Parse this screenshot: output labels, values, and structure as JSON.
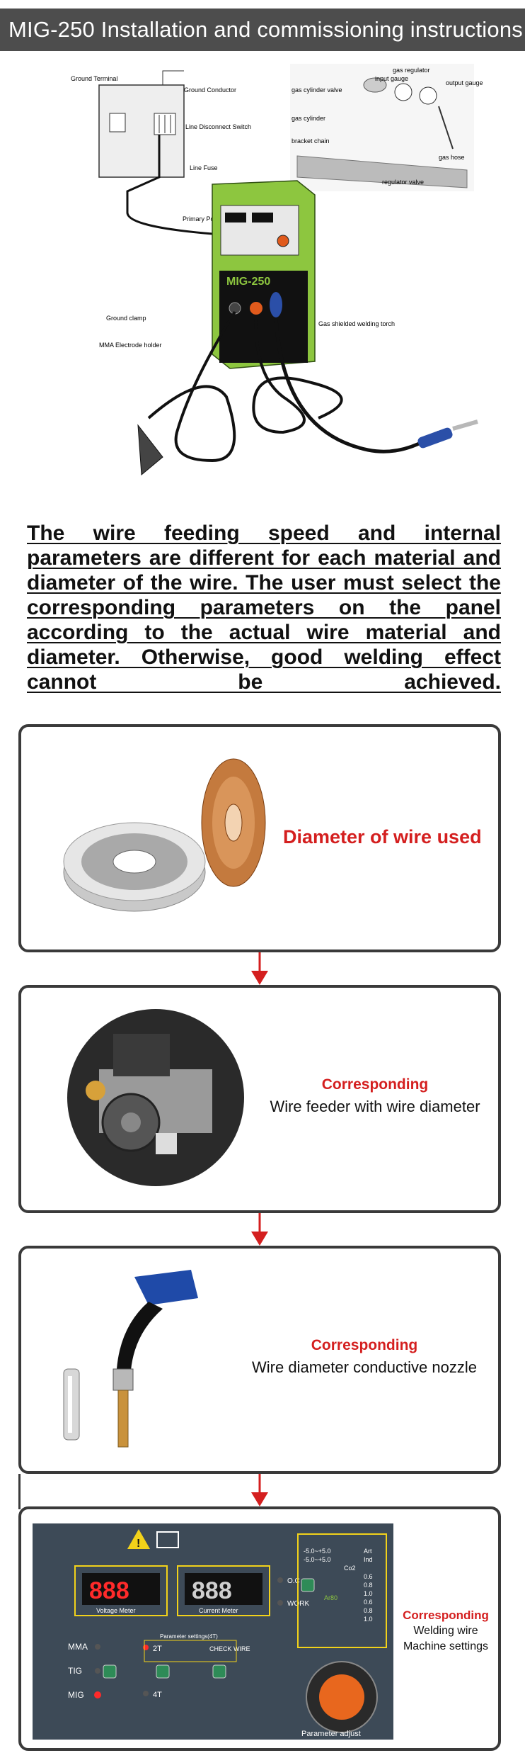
{
  "title": "MIG-250 Installation and commissioning instructions",
  "hero": {
    "labels": {
      "ground_terminal": "Ground Terminal",
      "ground_conductor": "Ground Conductor",
      "line_disconnect_switch": "Line Disconnect Switch",
      "line_fuse": "Line Fuse",
      "primary_power_cable": "Primary Power Cable",
      "gas_regulator": "gas regulator",
      "input_gauge": "input gauge",
      "output_gauge": "output gauge",
      "gas_cylinder_valve": "gas cylinder valve",
      "gas_cylinder": "gas cylinder",
      "bracket_chain": "bracket chain",
      "gas_hose": "gas hose",
      "regulator_valve": "regulator valve",
      "ground_clamp": "Ground clamp",
      "mma_electrode_holder": "MMA Electrode holder",
      "gas_shielded_torch": "Gas shielded welding torch"
    },
    "machine_brand": "MIG-250"
  },
  "notice": "The wire feeding speed and internal parameters are different for each material and diameter of the wire. The user must select the corresponding parameters on the panel according to the actual wire material and diameter. Otherwise, good welding effect cannot be achieved.",
  "step1": {
    "caption": "Diameter of wire used"
  },
  "step2": {
    "caption_red": "Corresponding",
    "caption_black": "Wire feeder with wire diameter"
  },
  "step3": {
    "caption_red": "Corresponding",
    "caption_black": "Wire diameter conductive nozzle"
  },
  "step4": {
    "caption_red": "Corresponding",
    "caption_black_1": "Welding wire",
    "caption_black_2": "Machine settings",
    "panel": {
      "voltage_display": "888",
      "current_display": "888",
      "voltage_meter": "Voltage Meter",
      "current_meter": "Current Meter",
      "oc": "O.C",
      "work": "WORK",
      "mma": "MMA",
      "tig": "TIG",
      "mig": "MIG",
      "two_t": "2T",
      "four_t": "4T",
      "parameter_settings": "Parameter settings(4T)",
      "check_wire": "CHECK WIRE",
      "parameter_adjust": "Parameter adjust",
      "range_1": "-5.0~+5.0",
      "range_2": "-5.0~+5.0",
      "gas_1": "Art",
      "gas_2": "Ind",
      "gas_3": "Co2",
      "gas_4": "Ar80",
      "diam": [
        "0.6",
        "0.8",
        "1.0",
        "0.6",
        "0.8",
        "1.0"
      ]
    }
  },
  "colors": {
    "title_bg": "#4d4d4d",
    "accent_red": "#d41f1f",
    "machine_green": "#8dc63f",
    "copper": "#c47a3e"
  }
}
